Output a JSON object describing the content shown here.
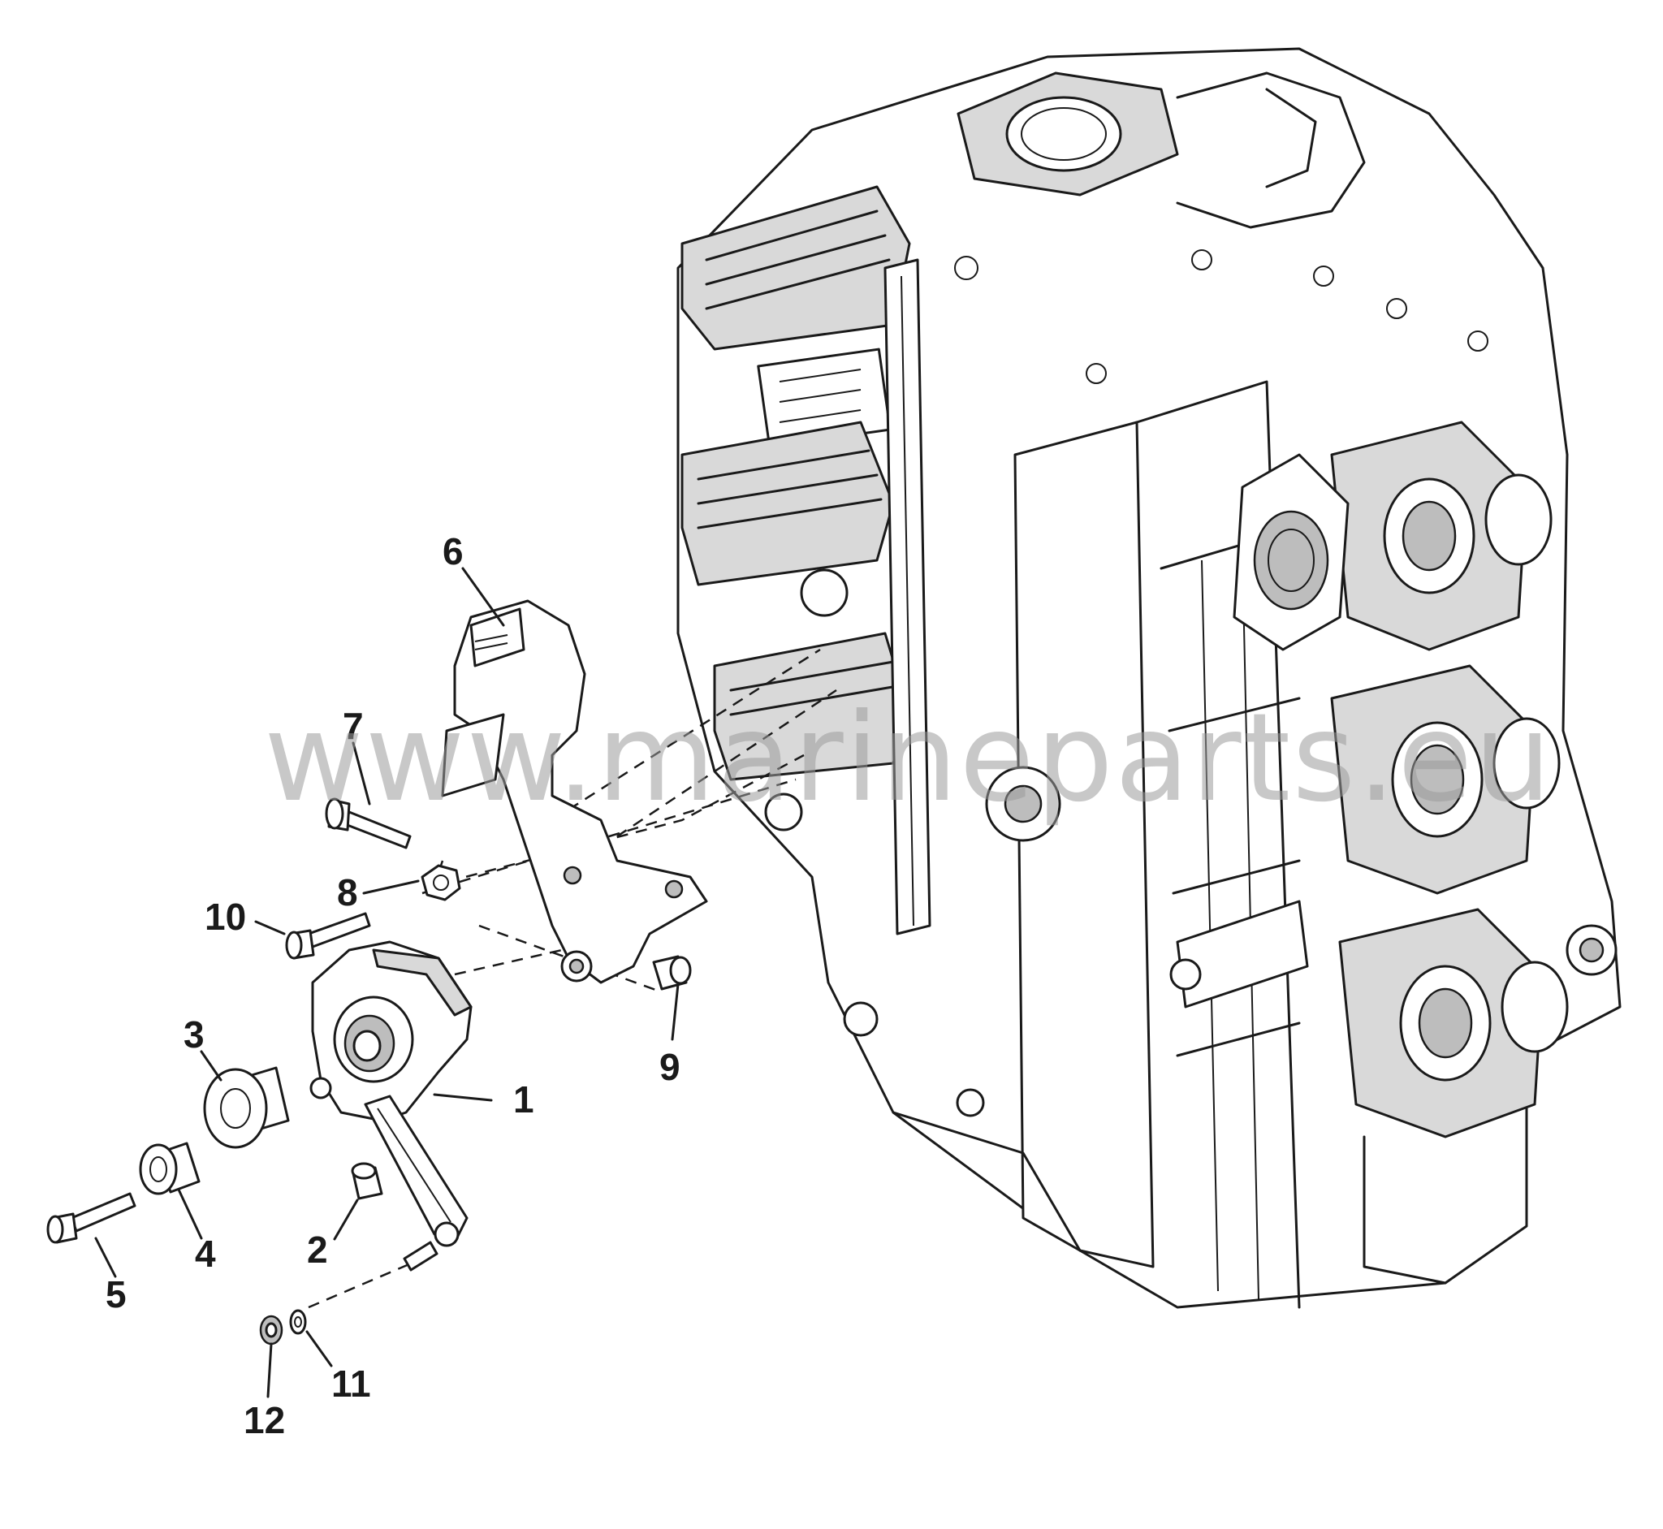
{
  "diagram": {
    "watermark": "www.marineparts.eu",
    "callouts": [
      "1",
      "2",
      "3",
      "4",
      "5",
      "6",
      "7",
      "8",
      "9",
      "10",
      "11",
      "12"
    ]
  }
}
